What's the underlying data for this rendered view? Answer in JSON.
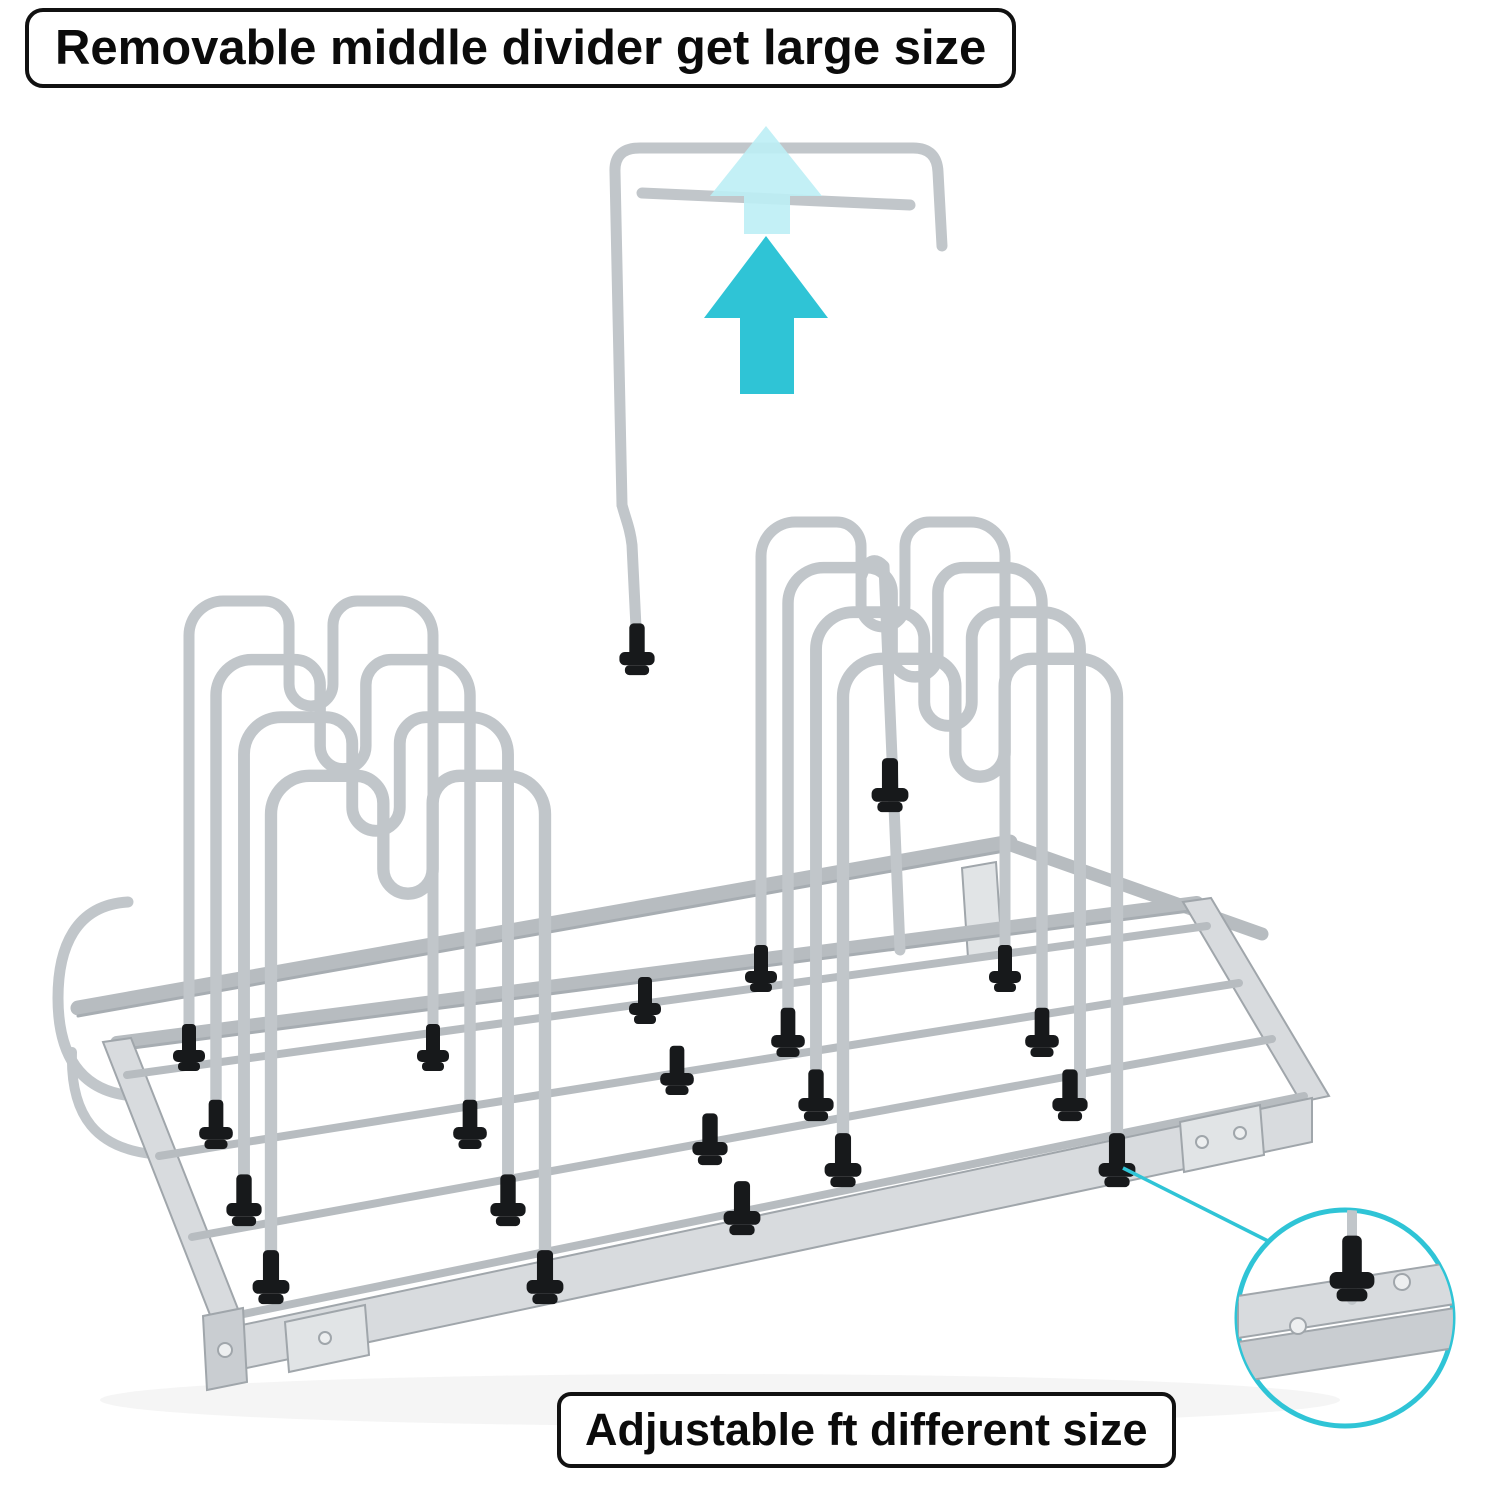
{
  "annotations": {
    "top_label": "Removable middle divider get large size",
    "bottom_label": "Adjustable ft different size"
  },
  "colors": {
    "accent-cyan": "#2fc4d6",
    "accent-cyan-light": "#bdeef5",
    "wire": "#c1c6ca",
    "wire-dark": "#a7adb2",
    "rail-fill": "#d8dbde",
    "rail-edge": "#a0a6ab",
    "clip-black": "#17191b",
    "outline": "#111111",
    "text-color": "#0b0b0b",
    "background": "#ffffff"
  },
  "illustration": {
    "subject": "pull-out pot lid organizer rack",
    "removed_part": "removable middle divider",
    "arrow_meaning": "lift divider upward",
    "zoom_detail": "adjustable rail foot with mount clip"
  }
}
